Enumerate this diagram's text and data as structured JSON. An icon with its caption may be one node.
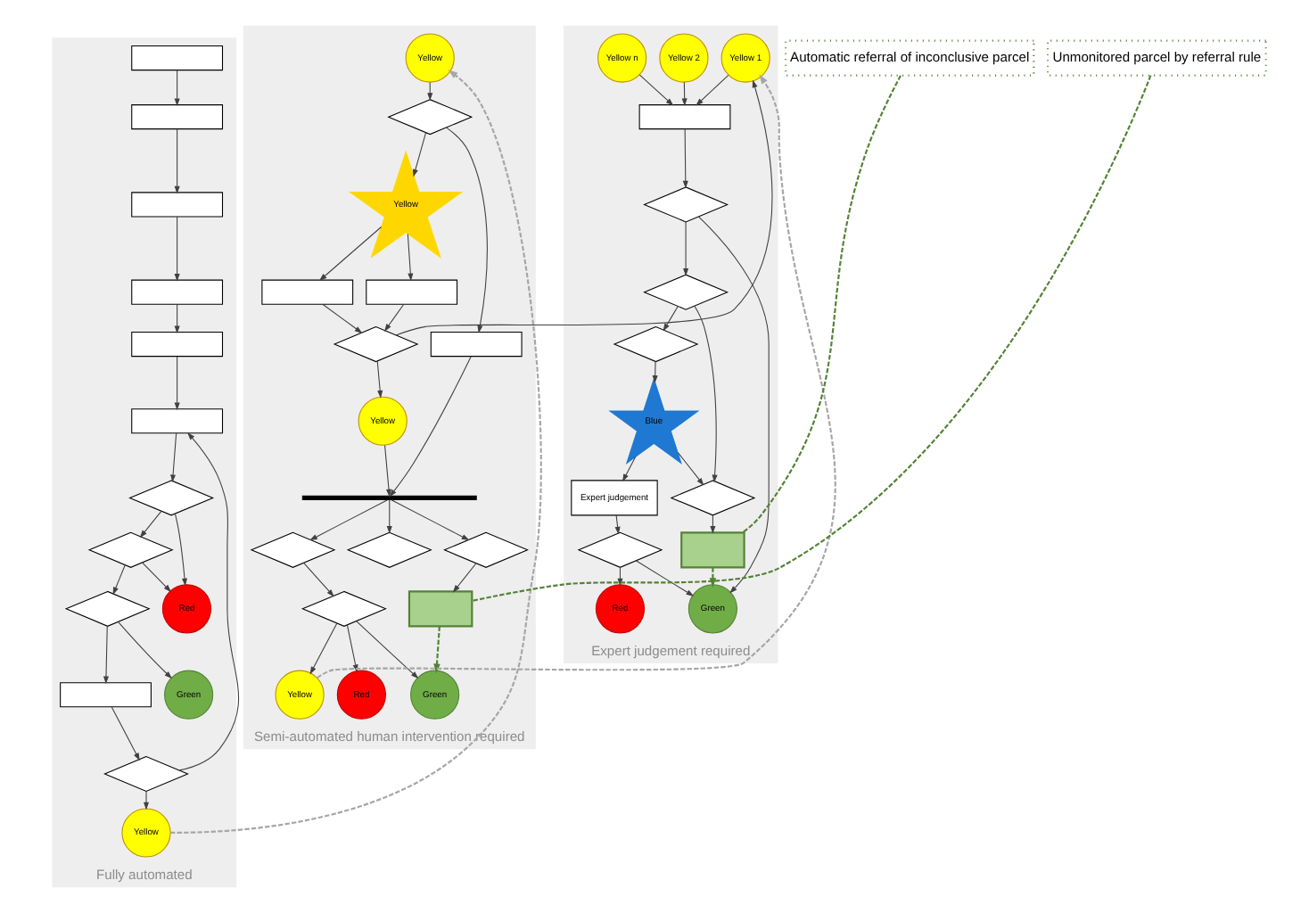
{
  "diagram": {
    "nodes": [
      {
        "text": [
          "Fully automated"
        ]
      },
      {
        "text": [],
        "shape": "box",
        "in": 0
      },
      {
        "text": [],
        "shape": "box",
        "in": 0
      },
      {
        "text": [],
        "shape": "box",
        "in": 0
      },
      {
        "text": [],
        "shape": "box",
        "in": 0
      },
      {
        "text": [],
        "shape": "box",
        "in": 0
      },
      {
        "text": [],
        "shape": "box",
        "in": 0
      },
      {
        "text": [],
        "shape": "diamond",
        "in": 0
      },
      {
        "text": [],
        "shape": "diamond",
        "in": 0
      },
      {
        "text": [],
        "shape": "diamond",
        "in": 0
      },
      {
        "text": [],
        "shape": "box",
        "in": 0
      },
      {
        "text": [],
        "shape": "diamond",
        "in": 0
      },
      {
        "text": [
          "Green"
        ],
        "in": 0
      },
      {
        "text": [
          "Yellow"
        ],
        "in": 0
      },
      {
        "text": [
          "Red"
        ],
        "in": 0
      },
      {
        "text": [
          "Semi-automated human intervention required"
        ]
      },
      {
        "text": [
          "Yellow"
        ],
        "in": 15
      },
      {
        "text": [],
        "shape": "diamond",
        "in": 15
      },
      {
        "text": [
          "Yellow"
        ],
        "in": 15
      },
      {
        "text": [],
        "shape": "box",
        "in": 15
      },
      {
        "text": [],
        "shape": "box",
        "in": 15
      },
      {
        "text": [],
        "shape": "box",
        "in": 15
      },
      {
        "text": [],
        "shape": "diamond",
        "in": 15
      },
      {
        "text": [
          "Yellow"
        ],
        "in": 15
      },
      {
        "text": [],
        "shape": "bar",
        "in": 15
      },
      {
        "text": [],
        "shape": "diamond",
        "in": 15
      },
      {
        "text": [],
        "shape": "diamond",
        "in": 15
      },
      {
        "text": [],
        "shape": "diamond",
        "in": 15
      },
      {
        "text": [],
        "shape": "box",
        "in": 15
      },
      {
        "text": [],
        "shape": "diamond",
        "in": 15
      },
      {
        "text": [
          "Green"
        ],
        "in": 15
      },
      {
        "text": [
          "Yellow"
        ],
        "in": 15
      },
      {
        "text": [
          "Red"
        ],
        "in": 15
      },
      {
        "text": [
          "Expert judgement required"
        ]
      },
      {
        "text": [
          "Yellow 1"
        ],
        "in": 33
      },
      {
        "text": [
          "Yellow 2"
        ],
        "in": 33
      },
      {
        "text": [
          "Yellow n"
        ],
        "in": 33
      },
      {
        "text": [],
        "shape": "box",
        "in": 33
      },
      {
        "text": [],
        "shape": "diamond",
        "in": 33
      },
      {
        "text": [],
        "shape": "diamond",
        "in": 33
      },
      {
        "text": [],
        "shape": "diamond",
        "in": 33
      },
      {
        "text": [],
        "shape": "diamond",
        "in": 33
      },
      {
        "text": [
          "Blue"
        ],
        "in": 33
      },
      {
        "text": [
          "Expert judgement"
        ],
        "in": 33
      },
      {
        "text": [],
        "shape": "box",
        "in": 33
      },
      {
        "text": [],
        "shape": "diamond",
        "in": 33
      },
      {
        "text": [
          "Green"
        ],
        "in": 33
      },
      {
        "text": [
          "Red"
        ],
        "in": 33
      },
      {
        "text": [
          "Automatic referral of inconclusive parcel"
        ]
      },
      {
        "text": [
          "Unmonitored parcel by referral rule"
        ]
      }
    ],
    "edges": [
      {
        "from": 1,
        "to": 2,
        "arrow": "to"
      },
      {
        "from": 2,
        "to": 3,
        "arrow": "to"
      },
      {
        "from": 3,
        "to": 4,
        "arrow": "to"
      },
      {
        "from": 4,
        "to": 5,
        "arrow": "to"
      },
      {
        "from": 5,
        "to": 6,
        "arrow": "to"
      },
      {
        "from": 6,
        "to": 7,
        "arrow": "to"
      },
      {
        "from": 7,
        "to": 8,
        "arrow": "to"
      },
      {
        "from": 8,
        "to": 9,
        "arrow": "to"
      },
      {
        "from": 9,
        "to": 10,
        "arrow": "to"
      },
      {
        "from": 10,
        "to": 11,
        "arrow": "to"
      },
      {
        "from": 9,
        "to": 12,
        "arrow": "to"
      },
      {
        "from": 11,
        "to": 13,
        "arrow": "to"
      },
      {
        "from": 11,
        "to": 6,
        "arrow": "to"
      },
      {
        "from": 7,
        "to": 14,
        "arrow": "to"
      },
      {
        "from": 8,
        "to": 14,
        "arrow": "to"
      },
      {
        "from": 13,
        "to": 16,
        "arrow": "to",
        "style": "dashed",
        "color": "#a6a6a6"
      },
      {
        "from": 16,
        "to": 17,
        "arrow": "to"
      },
      {
        "from": 17,
        "to": 18,
        "arrow": "to"
      },
      {
        "from": 17,
        "to": 21,
        "arrow": "to"
      },
      {
        "from": 18,
        "to": 19,
        "arrow": "to"
      },
      {
        "from": 18,
        "to": 20,
        "arrow": "to"
      },
      {
        "from": 19,
        "to": 22,
        "arrow": "to"
      },
      {
        "from": 20,
        "to": 22,
        "arrow": "to"
      },
      {
        "from": 22,
        "to": 23,
        "arrow": "to"
      },
      {
        "from": 22,
        "to": 34,
        "arrow": "to"
      },
      {
        "from": 23,
        "to": 24,
        "arrow": "to"
      },
      {
        "from": 21,
        "to": 24,
        "arrow": "to"
      },
      {
        "from": 24,
        "to": 27,
        "arrow": "to"
      },
      {
        "from": 24,
        "to": 25,
        "arrow": "to"
      },
      {
        "from": 24,
        "to": 26,
        "arrow": "to"
      },
      {
        "from": 27,
        "to": 28,
        "arrow": "to"
      },
      {
        "from": 25,
        "to": 29,
        "arrow": "to"
      },
      {
        "from": 28,
        "to": 30,
        "arrow": "to",
        "style": "dashed",
        "color": "#548235"
      },
      {
        "from": 29,
        "to": 30,
        "arrow": "to"
      },
      {
        "from": 29,
        "to": 31,
        "arrow": "to"
      },
      {
        "from": 29,
        "to": 32,
        "arrow": "to"
      },
      {
        "from": 31,
        "to": 34,
        "arrow": "to",
        "style": "dashed",
        "color": "#a6a6a6"
      },
      {
        "from": 34,
        "to": 37,
        "arrow": "to"
      },
      {
        "from": 35,
        "to": 37,
        "arrow": "to"
      },
      {
        "from": 36,
        "to": 37,
        "arrow": "to"
      },
      {
        "from": 37,
        "to": 38,
        "arrow": "to"
      },
      {
        "from": 38,
        "to": 39,
        "arrow": "to"
      },
      {
        "from": 39,
        "to": 40,
        "arrow": "to"
      },
      {
        "from": 40,
        "to": 42,
        "arrow": "to"
      },
      {
        "from": 39,
        "to": 41,
        "arrow": "to"
      },
      {
        "from": 42,
        "to": 41,
        "arrow": "to"
      },
      {
        "from": 42,
        "to": 43,
        "arrow": "to"
      },
      {
        "from": 41,
        "to": 44,
        "arrow": "to"
      },
      {
        "from": 43,
        "to": 45,
        "arrow": "to"
      },
      {
        "from": 44,
        "to": 46,
        "arrow": "to",
        "style": "dashed",
        "color": "#548235"
      },
      {
        "from": 45,
        "to": 46,
        "arrow": "to"
      },
      {
        "from": 38,
        "to": 46,
        "arrow": "to"
      },
      {
        "from": 45,
        "to": 47,
        "arrow": "to"
      },
      {
        "from": 48,
        "to": 44,
        "arrow": "none",
        "style": "dashed",
        "color": "#548235"
      },
      {
        "from": 49,
        "to": 28,
        "arrow": "none",
        "style": "dashed",
        "color": "#548235"
      }
    ]
  }
}
